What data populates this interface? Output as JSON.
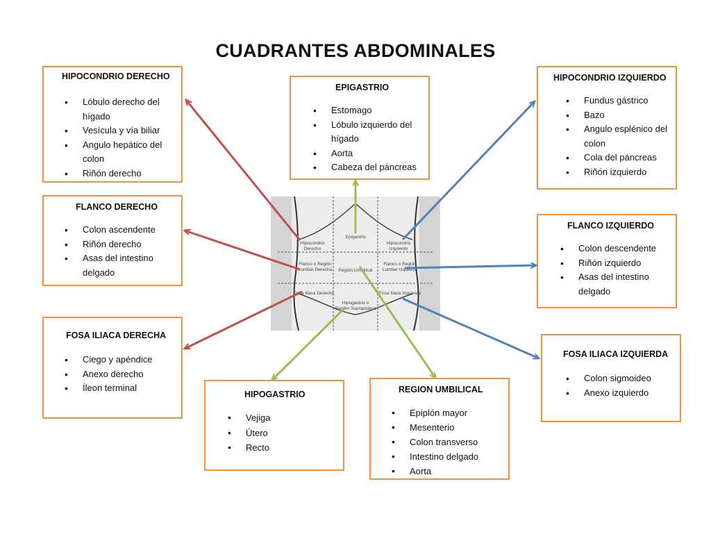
{
  "title": "CUADRANTES ABDOMINALES",
  "colors": {
    "box_border": "#F2933B",
    "arrow_red": "#C0504D",
    "arrow_blue": "#4F81BD",
    "arrow_green": "#9BBB59"
  },
  "boxes": {
    "hipocondrio_derecho": {
      "title": "HIPOCONDRIO DERECHO",
      "items": [
        "Lóbulo derecho del hígado",
        "Vesícula y vía biliar",
        "Angulo hepático del colon",
        "Riñón derecho"
      ]
    },
    "epigastrio": {
      "title": "EPIGASTRIO",
      "items": [
        "Estomago",
        "Lóbulo izquierdo del hígado",
        "Aorta",
        "Cabeza del páncreas"
      ]
    },
    "hipocondrio_izquierdo": {
      "title": "HIPOCONDRIO IZQUIERDO",
      "items": [
        "Fundus gástrico",
        "Bazo",
        "Angulo esplénico del colon",
        "Cola del páncreas",
        "Riñón izquierdo"
      ]
    },
    "flanco_derecho": {
      "title": "FLANCO DERECHO",
      "items": [
        "Colon ascendente",
        "Riñón derecho",
        "Asas del intestino delgado"
      ]
    },
    "flanco_izquierdo": {
      "title": "FLANCO IZQUIERDO",
      "items": [
        "Colon descendente",
        "Riñón izquierdo",
        "Asas del intestino delgado"
      ]
    },
    "fosa_iliaca_derecha": {
      "title": "FOSA ILIACA DERECHA",
      "items": [
        "Ciego y apéndice",
        "Anexo derecho",
        "Íleon terminal"
      ]
    },
    "fosa_iliaca_izquierda": {
      "title": "FOSA ILIACA IZQUIERDA",
      "items": [
        "Colon sigmoideo",
        "Anexo izquierdo"
      ]
    },
    "hipogastrio": {
      "title": "HIPOGASTRIO",
      "items": [
        "Vejiga",
        "Útero",
        "Recto"
      ]
    },
    "region_umbilical": {
      "title": "REGION UMBILICAL",
      "items": [
        "Epiplón mayor",
        "Mesenterio",
        "Colon transverso",
        "Intestino delgado",
        "Aorta"
      ]
    }
  },
  "photo_labels": {
    "epigastrio": "Epigastrio",
    "hipocondrio_derecho": "Hipocondrio Derecho",
    "hipocondrio_izquierdo": "Hipocondrio Izquierdo",
    "flanco_derecho": "Flanco o Región Lumbar Derecha",
    "region_umbilical": "Región Umbilical",
    "flanco_izquierdo": "Flanco o Región Lumbar Izquierda",
    "fosa_iliaca_derecha": "Fosa Iliaca Derecha",
    "hipogastrio": "Hipogastrio o Región Suprapúbica",
    "fosa_iliaca_izquierda": "Fosa Iliaca Izquierda"
  }
}
